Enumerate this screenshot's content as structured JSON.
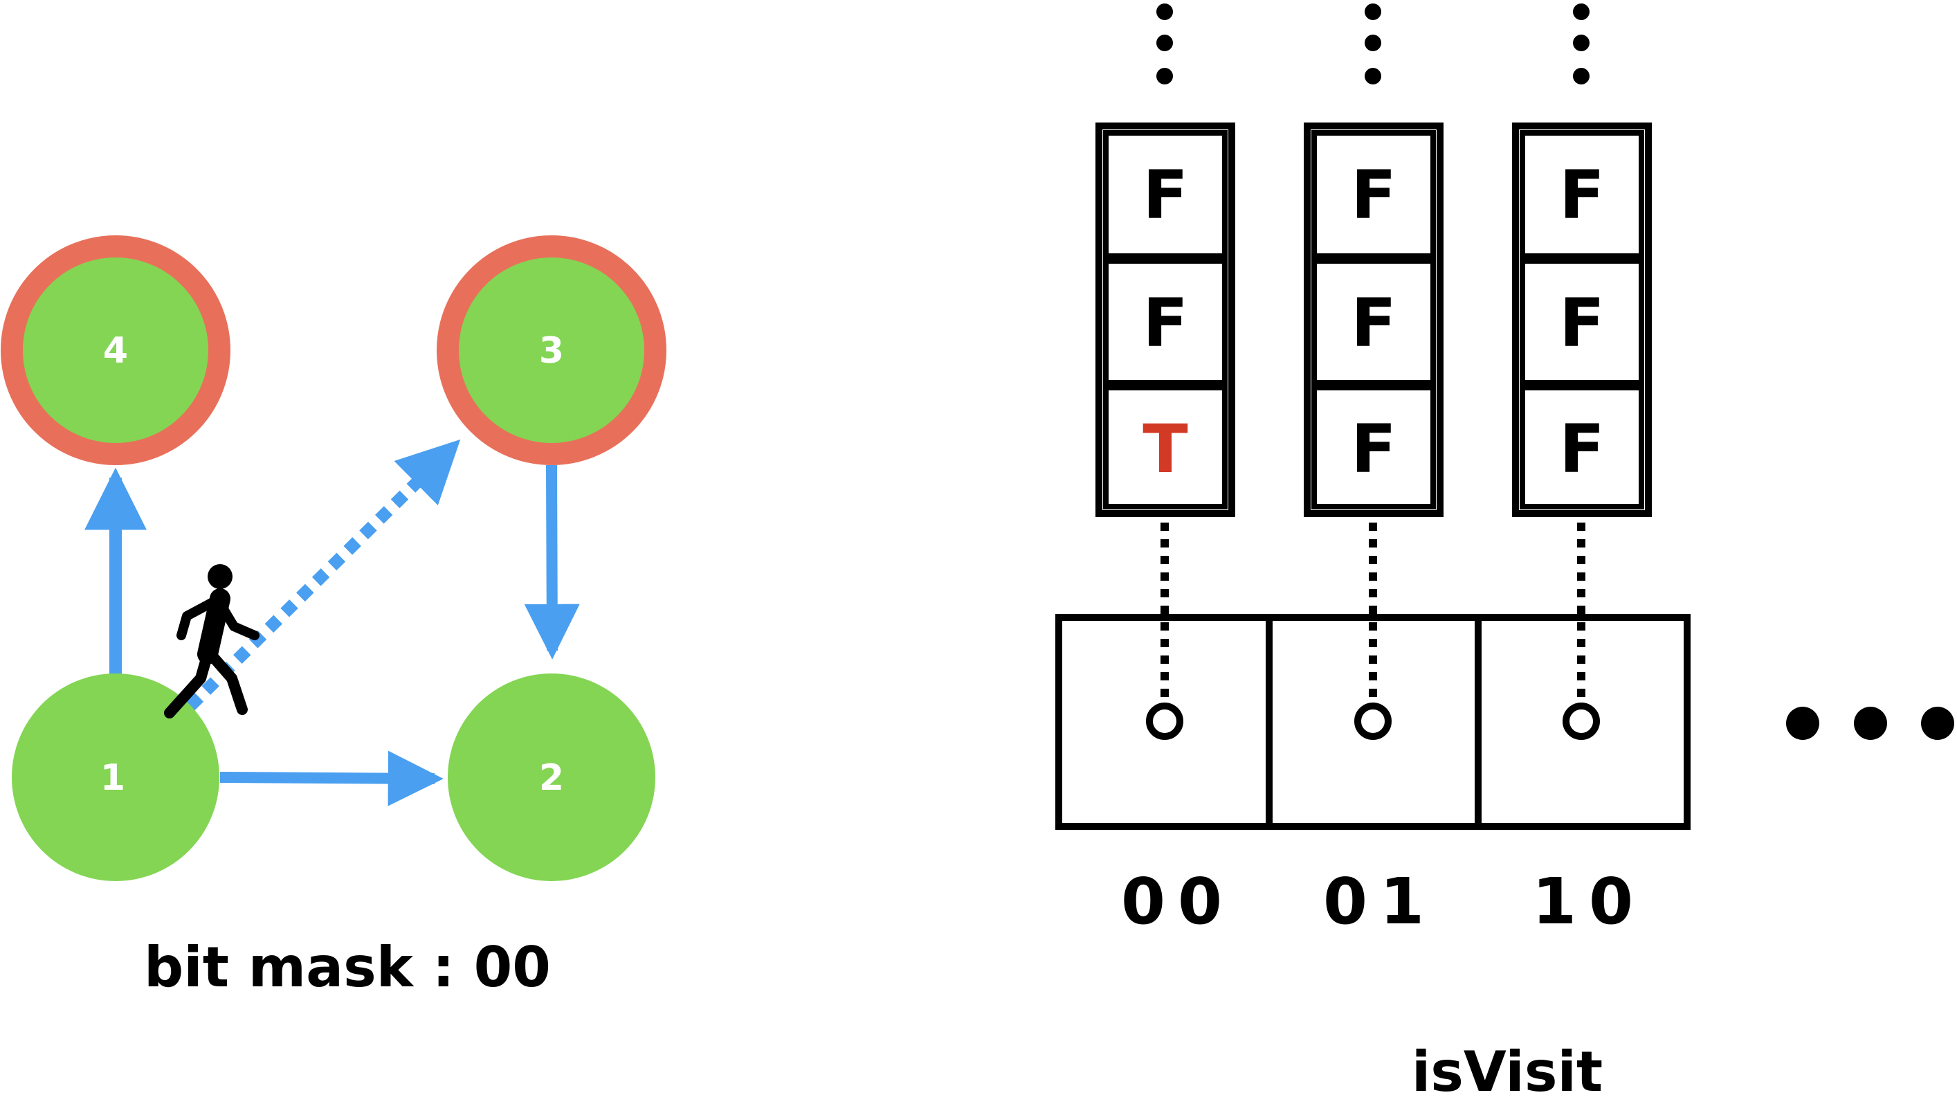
{
  "colors": {
    "node_fill": "#83d553",
    "visited_ring": "#e8705a",
    "edge": "#4a9ff0",
    "true_value": "#d23a26",
    "false_value": "#000000",
    "stroke": "#000000"
  },
  "graph": {
    "nodes": [
      {
        "id": "4",
        "label": "4",
        "highlighted": true
      },
      {
        "id": "3",
        "label": "3",
        "highlighted": true
      },
      {
        "id": "1",
        "label": "1",
        "highlighted": false
      },
      {
        "id": "2",
        "label": "2",
        "highlighted": false
      }
    ],
    "edges": [
      {
        "from": "1",
        "to": "4",
        "style": "solid"
      },
      {
        "from": "1",
        "to": "2",
        "style": "solid"
      },
      {
        "from": "3",
        "to": "2",
        "style": "solid"
      },
      {
        "from": "1",
        "to": "3",
        "style": "dotted"
      }
    ],
    "walker_icon": "walking-person-icon",
    "caption": "bit mask : 00"
  },
  "isVisit": {
    "title": "isVisit",
    "columns": [
      {
        "index_label": "00",
        "cells": [
          "F",
          "F",
          "T"
        ]
      },
      {
        "index_label": "01",
        "cells": [
          "F",
          "F",
          "F"
        ]
      },
      {
        "index_label": "10",
        "cells": [
          "F",
          "F",
          "F"
        ]
      }
    ],
    "continuation_icon": "ellipsis-icon"
  }
}
